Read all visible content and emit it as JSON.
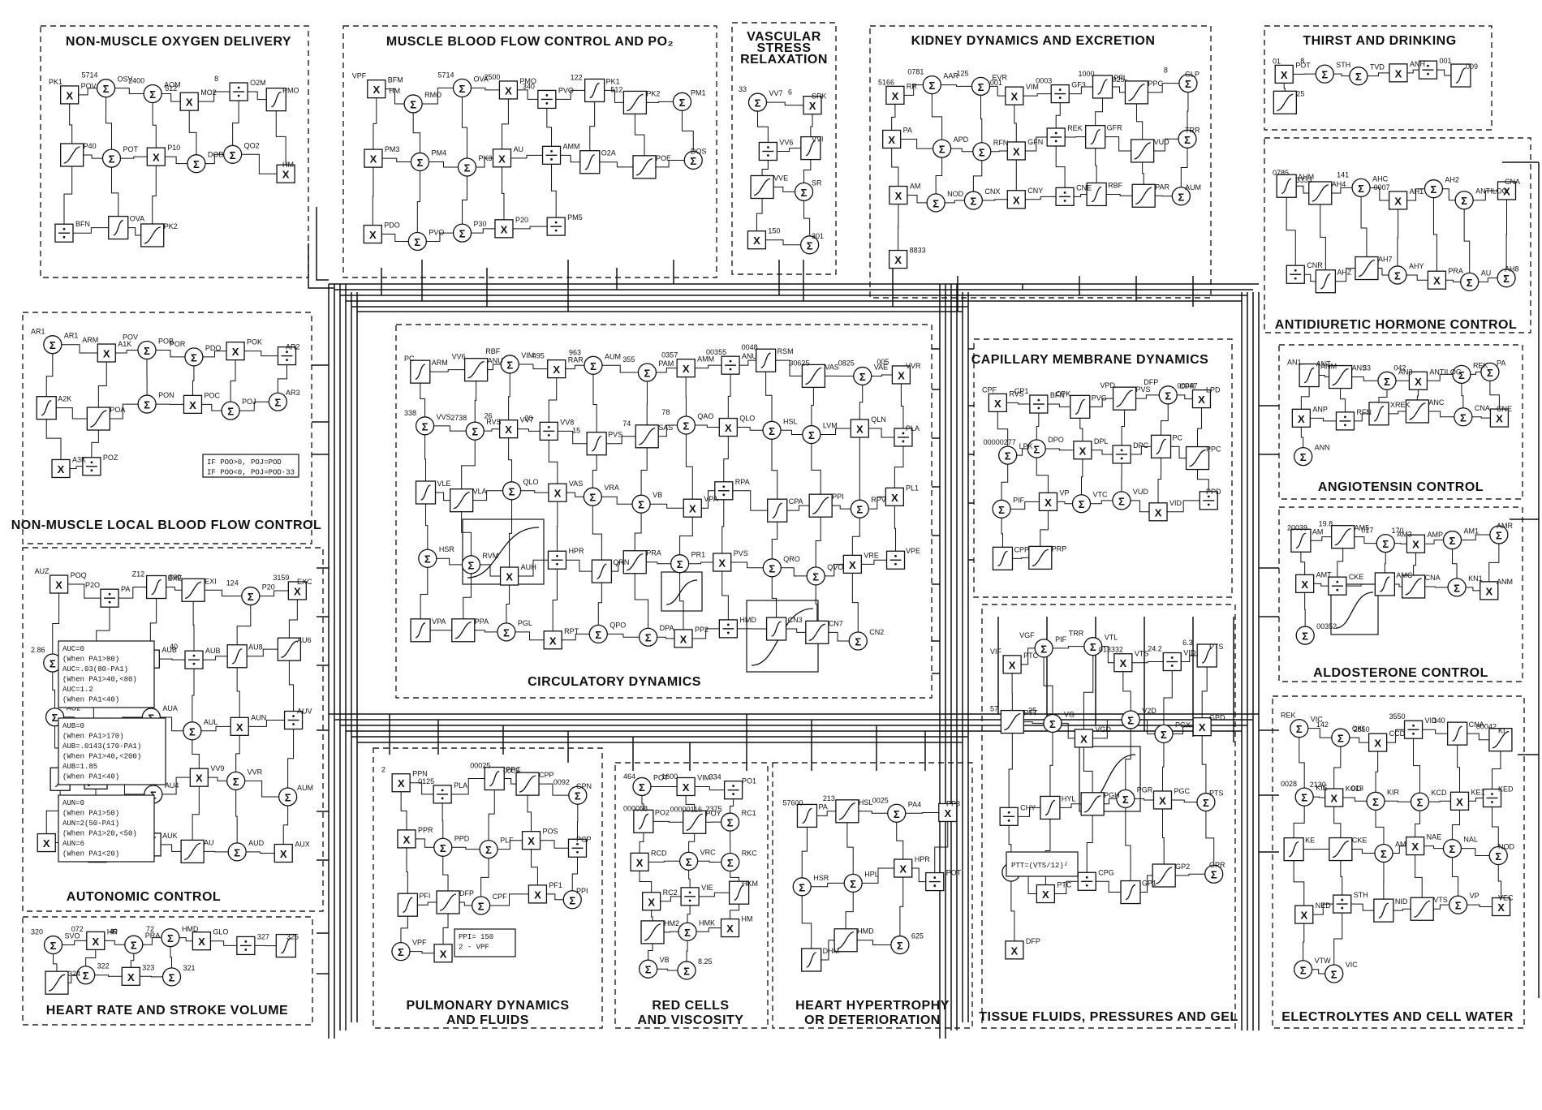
{
  "modules": [
    {
      "id": "non-muscle-oxygen",
      "title": "NON-MUSCLE  OXYGEN  DELIVERY"
    },
    {
      "id": "muscle-blood-flow",
      "title": "MUSCLE BLOOD FLOW CONTROL AND PO₂"
    },
    {
      "id": "vascular-stress",
      "title_lines": [
        "VASCULAR",
        "STRESS",
        "RELAXATION"
      ]
    },
    {
      "id": "kidney",
      "title": "KIDNEY DYNAMICS AND EXCRETION"
    },
    {
      "id": "thirst",
      "title": "THIRST AND DRINKING"
    },
    {
      "id": "antidiuretic",
      "title": "ANTIDIURETIC HORMONE CONTROL"
    },
    {
      "id": "non-muscle-local",
      "title": "NON-MUSCLE LOCAL BLOOD FLOW CONTROL"
    },
    {
      "id": "capillary",
      "title": "CAPILLARY MEMBRANE DYNAMICS"
    },
    {
      "id": "angiotensin",
      "title": "ANGIOTENSIN  CONTROL"
    },
    {
      "id": "circulatory",
      "title": "CIRCULATORY DYNAMICS"
    },
    {
      "id": "aldosterone",
      "title": "ALDOSTERONE  CONTROL"
    },
    {
      "id": "autonomic",
      "title": "AUTONOMIC  CONTROL"
    },
    {
      "id": "heart-rate",
      "title": "HEART RATE AND STROKE VOLUME"
    },
    {
      "id": "pulmonary",
      "title_lines": [
        "PULMONARY DYNAMICS",
        "AND FLUIDS"
      ]
    },
    {
      "id": "red-cells",
      "title_lines": [
        "RED CELLS",
        "AND VISCOSITY"
      ]
    },
    {
      "id": "heart-hypertrophy",
      "title_lines": [
        "HEART HYPERTROPHY",
        "OR DETERIORATION"
      ]
    },
    {
      "id": "tissue-fluids",
      "title": "TISSUE FLUIDS, PRESSURES AND GEL"
    },
    {
      "id": "electrolytes",
      "title": "ELECTROLYTES AND CELL WATER"
    }
  ],
  "labels": {
    "oxygen": [
      "POV",
      "OSV",
      "AOM",
      "MO2",
      "O2M",
      "PMO",
      "P40",
      "POT",
      "P10",
      "DOB",
      "QO2",
      "HM",
      "BFN",
      "OVA",
      "PK2",
      "PK1",
      "5714",
      "2400",
      "512",
      "8"
    ],
    "muscle": [
      "BFM",
      "RMO",
      "OVA",
      "PMO",
      "PVO",
      "PK1",
      "PK2",
      "PM1",
      "PM3",
      "PM4",
      "PK3",
      "AU",
      "AMM",
      "O2A",
      "POE",
      "DOS",
      "PDO",
      "PVO",
      "P30",
      "P20",
      "PM5",
      "VPF",
      "HM",
      "5714",
      "2500",
      "340",
      "122",
      "512"
    ],
    "vascular": [
      "VV7",
      "SRK",
      "VV6",
      "VVI",
      "VVE",
      "SR",
      "150",
      "301",
      "33",
      "6"
    ],
    "kidney": [
      "RR",
      "AAR",
      "EVR",
      "VIM",
      "GF3",
      "PFL",
      "PPC",
      "GLP",
      "PA",
      "APD",
      "RFN",
      "GFN",
      "REK",
      "GFR",
      "VUD",
      "TRR",
      "AM",
      "NOD",
      "CNX",
      "CNY",
      "CNE",
      "RBF",
      "PAR",
      "AUM",
      "8833",
      "5166",
      "0781",
      "125",
      "001",
      "0003",
      "1000",
      "025",
      "8"
    ],
    "thirst": [
      "POT",
      "STH",
      "TVD",
      "ANH",
      "001",
      "009",
      "25",
      "01",
      "8"
    ],
    "adh": [
      "AHM",
      "AH4",
      "AHC",
      "AH1",
      "AH2",
      "ANTILOG",
      "CNA",
      "CNR",
      "AHZ",
      "AH7",
      "AHY",
      "PRA",
      "AU",
      "AH8",
      "0785",
      "3333",
      "141",
      "0007"
    ],
    "local": [
      "AR1",
      "A1K",
      "POB",
      "PDO",
      "POK",
      "AR2",
      "A2K",
      "POA",
      "PON",
      "POC",
      "POJ",
      "AR3",
      "A3K",
      "POZ",
      "AR1",
      "ARM",
      "POV",
      "POR"
    ],
    "capillary": [
      "RVS",
      "BFN",
      "PVG",
      "PVS",
      "CPR",
      "LPD",
      "LPK",
      "DPO",
      "DPL",
      "DPC",
      "PC",
      "PPC",
      "PIF",
      "VP",
      "VTC",
      "VUD",
      "VID",
      "PPD",
      "CPP",
      "PRP",
      "CPF",
      "CP1",
      "CPK",
      "VPD",
      "DFP",
      "00047",
      "00000277"
    ],
    "angiotensin": [
      "ANM",
      "ANS",
      "AN3",
      "ANTILOG",
      "REK",
      "PA",
      "ANP",
      "RFN",
      "XREK",
      "ANC",
      "CNA",
      "CNE",
      "ANN",
      "AN1",
      "ANT",
      "33",
      "042"
    ],
    "circulatory": [
      "ARM",
      "ANU",
      "VIM",
      "RAR",
      "AUM",
      "PAM",
      "AMM",
      "ANU",
      "RSM",
      "VAS",
      "VAE",
      "VVR",
      "VVS",
      "RVS",
      "VV7",
      "VV8",
      "PVS",
      "SAS",
      "QAO",
      "QLO",
      "HSL",
      "LVM",
      "QLN",
      "PLA",
      "VLE",
      "VLA",
      "QLO",
      "VAS",
      "VRA",
      "VB",
      "VPA",
      "RPA",
      "CPA",
      "PPI",
      "RPV",
      "PL1",
      "HSR",
      "RVM",
      "AUH",
      "HPR",
      "QRN",
      "PRA",
      "PR1",
      "PVS",
      "QRO",
      "QVO",
      "VRE",
      "VPE",
      "VPA",
      "PPA",
      "PGL",
      "RPT",
      "QPO",
      "DPA",
      "PP2",
      "HMD",
      "CN3",
      "CN7",
      "CN2",
      "PC",
      "VV6",
      "RBF",
      "495",
      "963",
      "355",
      "0357",
      "00355",
      "0048",
      "30625",
      "0825",
      "005",
      "338",
      "2738",
      "26",
      "20",
      "15",
      "74",
      "78"
    ],
    "aldosterone": [
      "AM",
      "AM5",
      "AM3",
      "AMP",
      "AM1",
      "AMR",
      "AMT",
      "CKE",
      "AMC",
      "CNA",
      "KN1",
      "ANM",
      "00352",
      "20039",
      "19.8",
      "017",
      "170"
    ],
    "autonomic": [
      "POQ",
      "PA",
      "EXE",
      "EXI",
      "P20",
      "EXC",
      "PA1",
      "AUC",
      "AUB",
      "AUB",
      "AU8",
      "AU6",
      "AU2",
      "DAU",
      "AUA",
      "AUL",
      "AUN",
      "AUV",
      "AUH",
      "AUJ",
      "AU4",
      "VV9",
      "VVR",
      "AUM",
      "AVE",
      "AUY",
      "AUK",
      "AU",
      "AUD",
      "AUX",
      "AUZ",
      "P2O",
      "Z12",
      "800",
      "124",
      "3159",
      "2.86",
      "85",
      "100",
      "40"
    ],
    "heart": [
      "SVO",
      "HR",
      "PRA",
      "HMD",
      "GLO",
      "327",
      "325",
      "324",
      "322",
      "323",
      "321",
      "320",
      "072",
      "40",
      "72"
    ],
    "pulmonary": [
      "PPN",
      "PLA",
      "PPC",
      "CPP",
      "CPN",
      "PPR",
      "PPD",
      "PLF",
      "POS",
      "PCP",
      "PFI",
      "DFP",
      "CPF",
      "PF1",
      "PPI",
      "VPF",
      "150",
      "2",
      "0125",
      "00025",
      "0003",
      "0092"
    ],
    "redcells": [
      "POT",
      "VIM",
      "PO1",
      "PO2",
      "POY",
      "RC1",
      "RCD",
      "VRC",
      "RKC",
      "RC2",
      "VIE",
      "HKM",
      "HM2",
      "HMK",
      "HM",
      "VB",
      "8.25",
      "464",
      "1600",
      "334",
      "000058",
      "00000116",
      "2375"
    ],
    "hypertrophy": [
      "PA",
      "HSL",
      "PA4",
      "PP3",
      "HSR",
      "HPL",
      "HPR",
      "POT",
      "DHM",
      "HMD",
      "625",
      "57600",
      "213",
      "0025"
    ],
    "tissue": [
      "PTC",
      "PIF",
      "VTL",
      "VTS",
      "VID",
      "PTS",
      "PTT",
      "VG",
      "VGD",
      "V2D",
      "PGX",
      "GPD",
      "CHY",
      "HYL",
      "PGH",
      "PGR",
      "PGC",
      "PTS",
      "PRM",
      "PTC",
      "CPG",
      "GP1",
      "GP2",
      "GPR",
      "DFP",
      "VIF",
      "VGF",
      "TRR",
      "013332",
      "24.2",
      "6.3",
      "57",
      "25"
    ],
    "electro": [
      "VIC",
      "CKI",
      "CCD",
      "VID",
      "CNA",
      "KI",
      "KIE",
      "KOD",
      "KIR",
      "KCD",
      "KE1",
      "KED",
      "KE",
      "CKE",
      "AM",
      "NAE",
      "NAL",
      "NOD",
      "NED",
      "STH",
      "NID",
      "VTS",
      "VP",
      "VEC",
      "VTW",
      "VIC",
      "REK",
      "142",
      "2850",
      "3550",
      "140",
      "00042",
      "0028",
      "2130",
      "013"
    ]
  },
  "equations": {
    "auc": [
      "AUC=0",
      "(When PA1>80)",
      "AUC=.03(80-PA1)",
      "(When PA1>40,<80)",
      "AUC=1.2",
      "(When PA1<40)"
    ],
    "aub": [
      "AUB=0",
      "(When PA1>170)",
      "AUB=.0143(170-PA1)",
      "(When PA1>40,<200)",
      "AUB=1.85",
      "(When PA1<40)"
    ],
    "aun": [
      "AUN=0",
      "(When PA1>50)",
      "AUN=2(50-PA1)",
      "(When PA1>20,<50)",
      "AUN=6",
      "(When PA1<20)"
    ],
    "poj": [
      "IF POO>0, POJ=POD",
      "IF POO<0, POJ=POD·33"
    ],
    "ptt": "PTT=(VTS/12)²",
    "ppi": [
      "PPI= 150",
      "2 -  VPF"
    ]
  },
  "symbols": {
    "sum": "Σ",
    "mult": "X",
    "div": "÷",
    "int": "∫"
  }
}
